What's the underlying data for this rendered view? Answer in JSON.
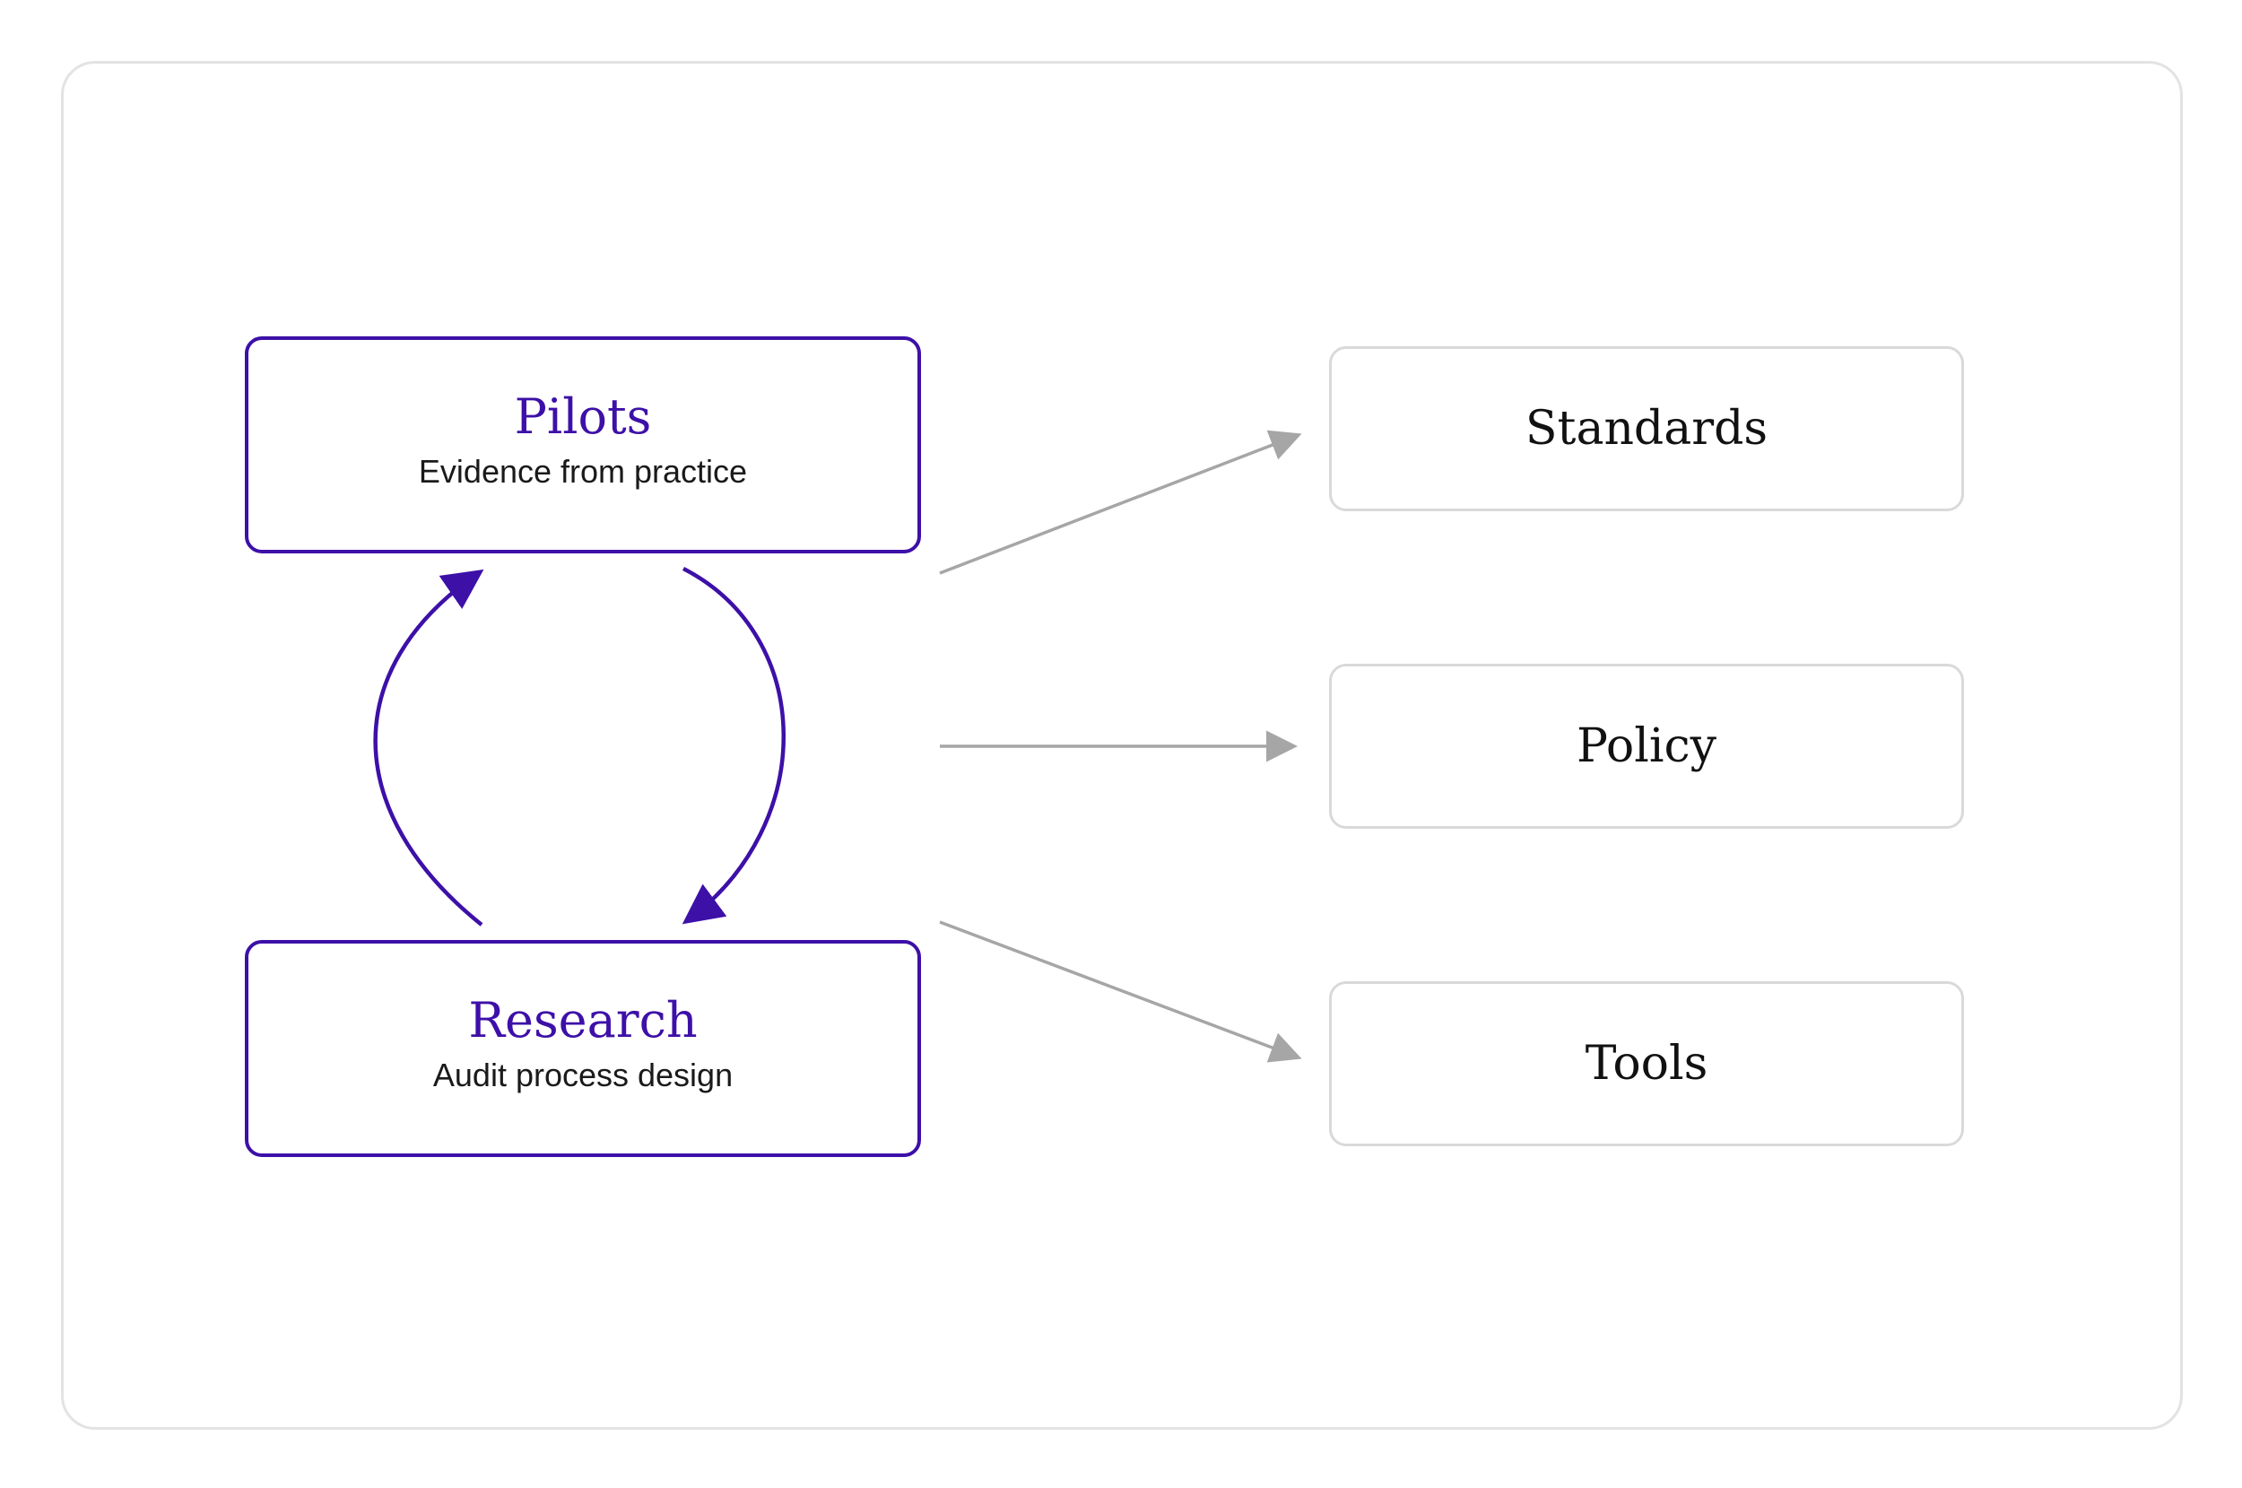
{
  "cycle": {
    "pilots": {
      "title": "Pilots",
      "subtitle": "Evidence from practice"
    },
    "research": {
      "title": "Research",
      "subtitle": "Audit process design"
    }
  },
  "outputs": {
    "standards": "Standards",
    "policy": "Policy",
    "tools": "Tools"
  },
  "colors": {
    "accent": "#3d10a8",
    "connector": "#a6a6a6",
    "box_border": "#d9d9d9",
    "frame_border": "#e3e3e3"
  }
}
